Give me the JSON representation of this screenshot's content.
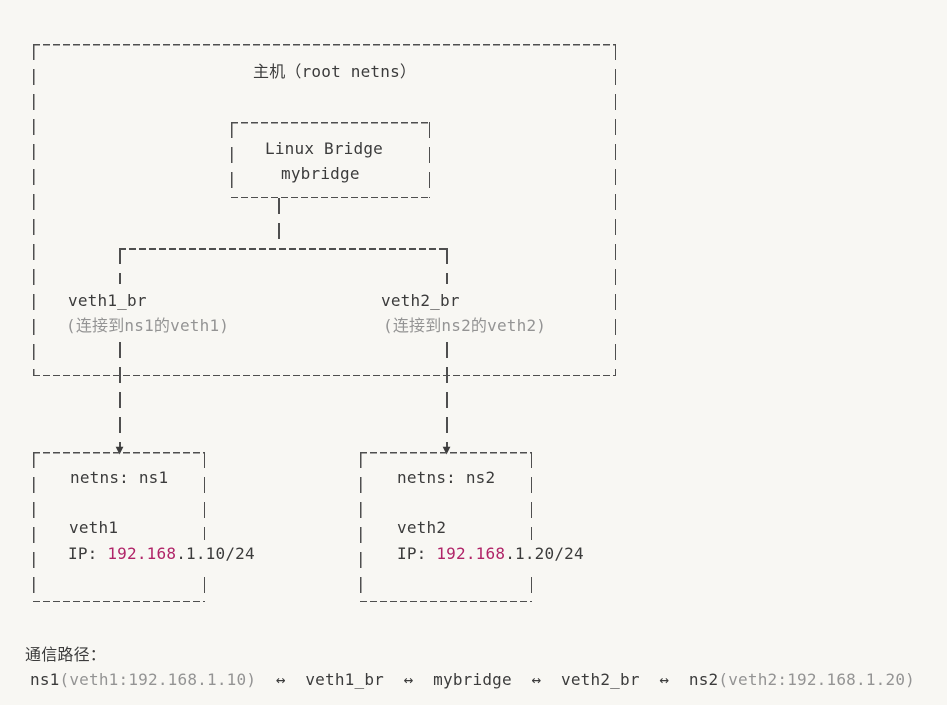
{
  "colors": {
    "background": "#f8f7f3",
    "text": "#3c3c3c",
    "muted_text": "#949494",
    "number_highlight": "#b02468",
    "line": "#4f4f4f"
  },
  "host": {
    "title": "主机（root netns）"
  },
  "bridge": {
    "name": "Linux Bridge",
    "id": "mybridge"
  },
  "ports": {
    "left": {
      "name": "veth1_br",
      "note": "(连接到ns1的veth1)"
    },
    "right": {
      "name": "veth2_br",
      "note": "(连接到ns2的veth2)"
    }
  },
  "namespaces": {
    "ns1": {
      "title": "netns: ns1",
      "iface": "veth1",
      "ip": [
        {
          "t": "IP: "
        },
        {
          "t": "192.168",
          "c": "num"
        },
        {
          "t": ".1.10/24"
        }
      ]
    },
    "ns2": {
      "title": "netns: ns2",
      "iface": "veth2",
      "ip": [
        {
          "t": "IP: "
        },
        {
          "t": "192.168",
          "c": "num"
        },
        {
          "t": ".1.20/24"
        }
      ]
    }
  },
  "icons": {
    "arrow_down": "▼"
  },
  "footer": {
    "label": "通信路径：",
    "path": [
      {
        "t": "ns1"
      },
      {
        "t": "(veth1:192.168.1.10)",
        "c": "muted"
      },
      {
        "t": "  ↔  "
      },
      {
        "t": "veth1_br"
      },
      {
        "t": "  ↔  "
      },
      {
        "t": "mybridge"
      },
      {
        "t": "  ↔  "
      },
      {
        "t": "veth2_br"
      },
      {
        "t": "  ↔  "
      },
      {
        "t": "ns2"
      },
      {
        "t": "(veth2:192.168.1.20)",
        "c": "muted"
      }
    ]
  }
}
